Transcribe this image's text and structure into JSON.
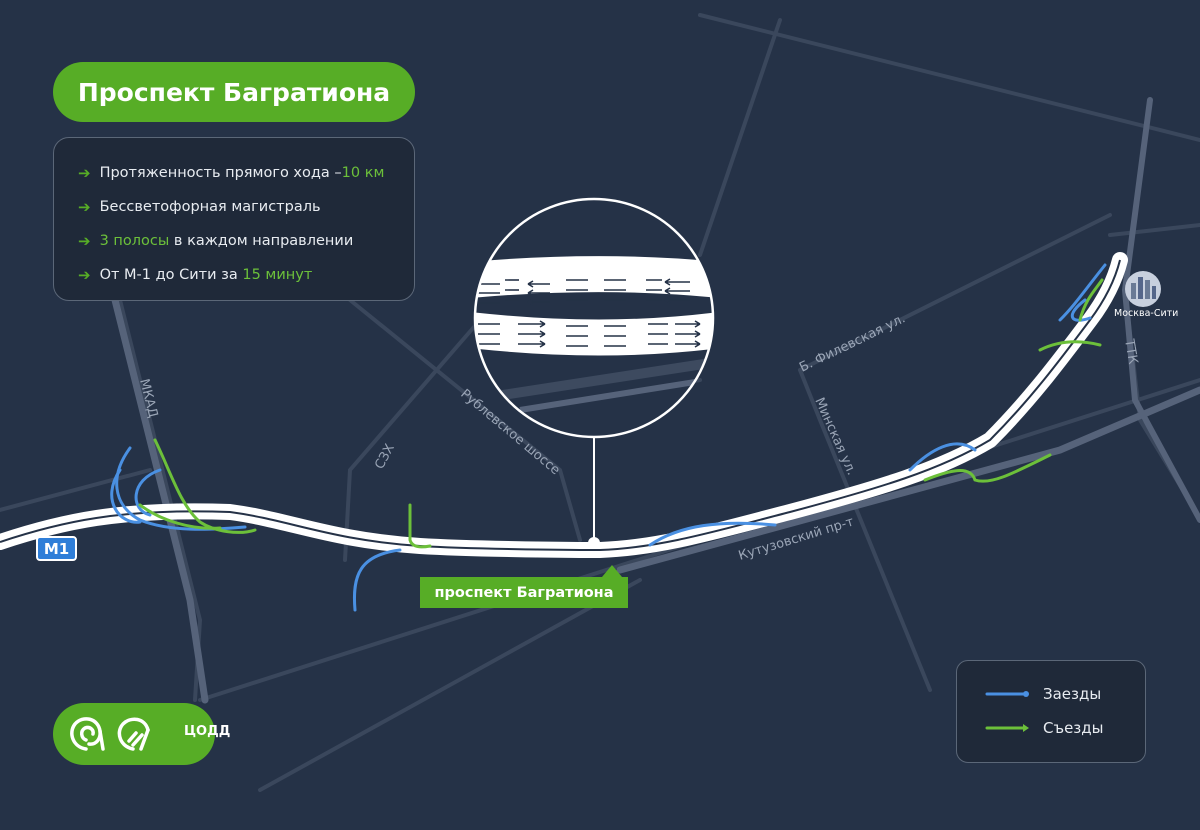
{
  "title": "Проспект Багратиона",
  "facts": [
    {
      "text": "Протяженность прямого хода – ",
      "highlight": "10 км",
      "after": ""
    },
    {
      "text": "Бессветофорная магистраль",
      "highlight": "",
      "after": ""
    },
    {
      "text": "",
      "highlight": "3 полосы",
      "after": " в каждом направлении"
    },
    {
      "text": "От М-1 до Сити за ",
      "highlight": "15 минут",
      "after": ""
    }
  ],
  "highway_shield": "М1",
  "road_tag": "проспект Багратиона",
  "map_labels": {
    "mkad": "МКАД",
    "szh": "СЗХ",
    "rublevskoe": "Рублевское шоссе",
    "filevskaya": "Б. Филевская ул.",
    "minskaya": "Минская ул.",
    "kutuzovsky": "Кутузовский пр-т",
    "ttk": "ТТК",
    "moscow_city": "Москва-Сити"
  },
  "legend": {
    "entries_label": "Заезды",
    "exits_label": "Съезды"
  },
  "logo_text": "ЦОДД",
  "colors": {
    "background": "#253247",
    "accent_green": "#57ad26",
    "entry_blue": "#4a90e2",
    "exit_green": "#6cc03a",
    "road_white": "#ffffff",
    "secondary_road": "#4a5568"
  },
  "icons": [
    "arrow-right-icon",
    "skyscraper-icon",
    "lane-arrow-left-icon",
    "lane-arrow-right-icon",
    "tsodd-logo-icon"
  ]
}
